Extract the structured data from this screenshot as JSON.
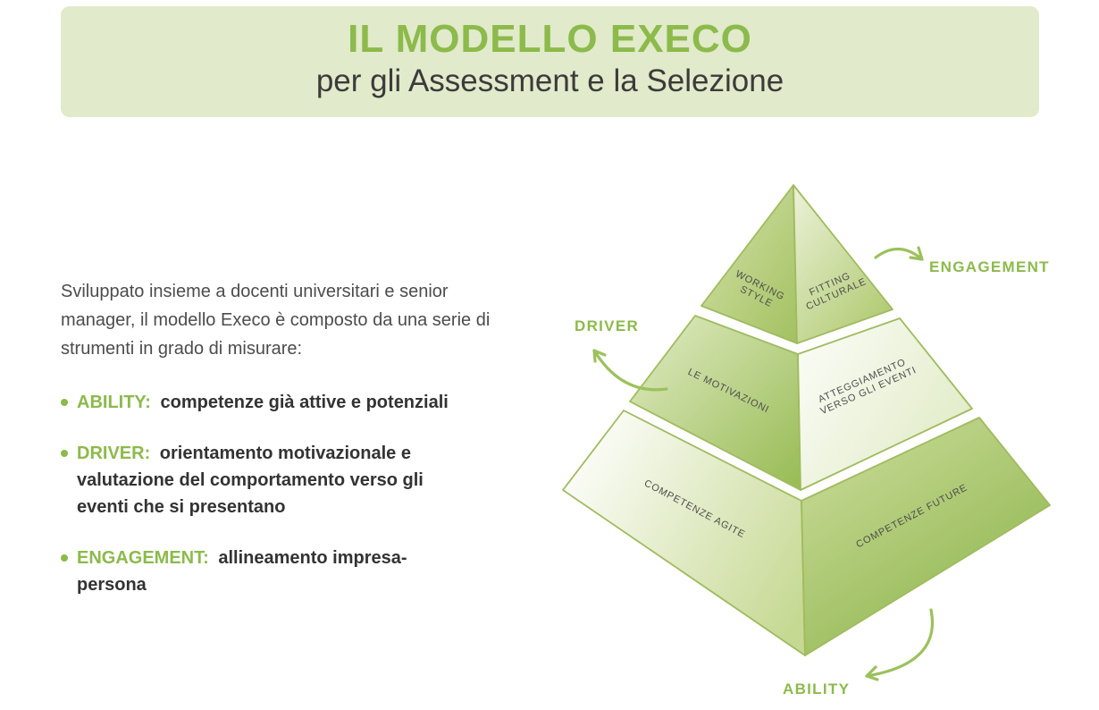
{
  "header": {
    "title": "IL MODELLO EXECO",
    "subtitle": "per gli Assessment e la Selezione"
  },
  "intro": "Sviluppato insieme a docenti universitari e senior manager, il modello Execo è composto da una serie di strumenti in grado di misurare:",
  "bullets": [
    {
      "label": "ABILITY:",
      "text": "competenze già attive e potenziali"
    },
    {
      "label": "DRIVER:",
      "text": "orientamento motivazionale e valutazione del comportamento verso gli eventi che si presentano"
    },
    {
      "label": "ENGAGEMENT:",
      "text": "allineamento impresa-persona"
    }
  ],
  "pyramid": {
    "levels": [
      {
        "left_lines": [
          "WORKING",
          "STYLE"
        ],
        "right_lines": [
          "FITTING",
          "CULTURALE"
        ]
      },
      {
        "left_lines": [
          "LE MOTIVAZIONI"
        ],
        "right_lines": [
          "ATTEGGIAMENTO",
          "VERSO GLI EVENTI"
        ]
      },
      {
        "left_lines": [
          "COMPETENZE AGITE"
        ],
        "right_lines": [
          "COMPETENZE FUTURE"
        ]
      }
    ],
    "annotations": {
      "engagement": "ENGAGEMENT",
      "driver": "DRIVER",
      "ability": "ABILITY"
    }
  },
  "colors": {
    "accent_green": "#8cba4b",
    "arrow_green": "#9cc15d",
    "header_bg": "#e1eaca",
    "body_text": "#4c4c4c",
    "dark_text": "#333333"
  }
}
